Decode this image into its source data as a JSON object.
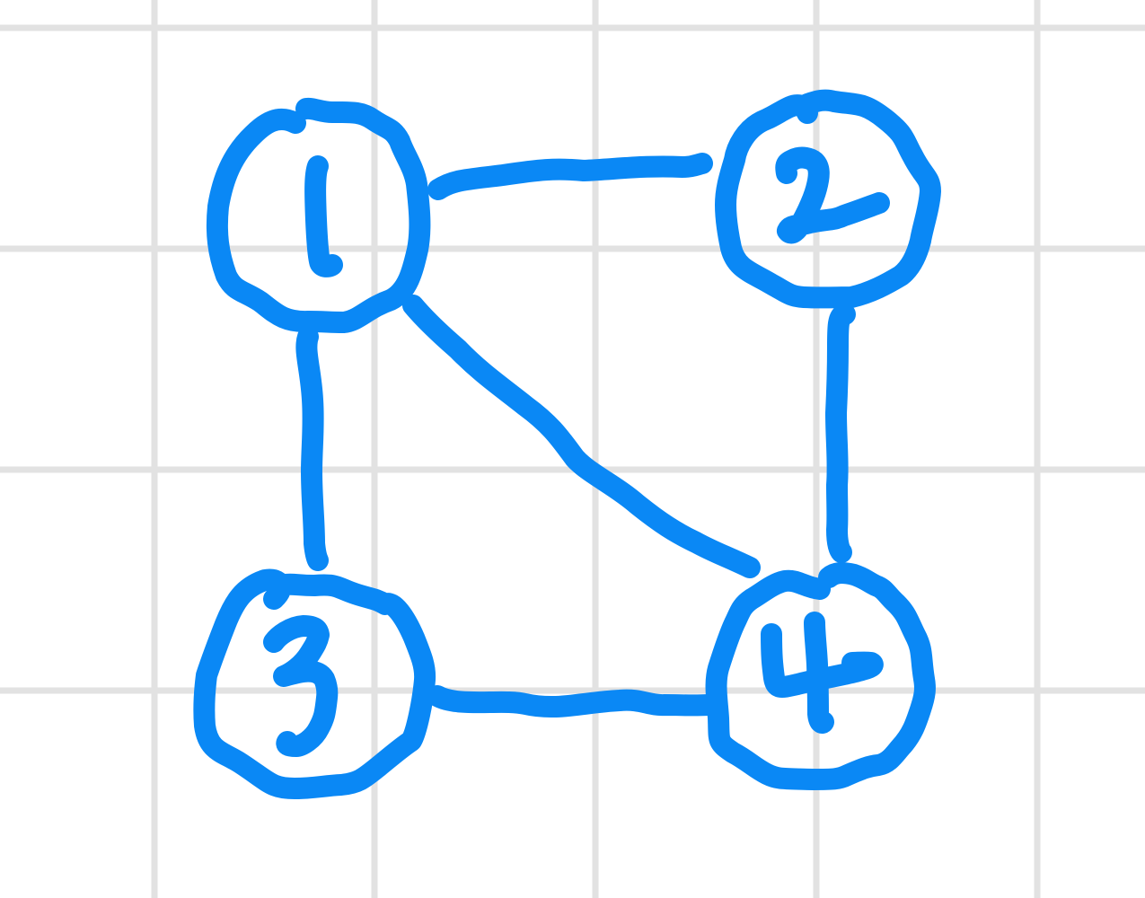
{
  "colors": {
    "ink": "#0a88f5",
    "grid": "#e2e2e2",
    "background": "#ffffff"
  },
  "nodes": [
    {
      "id": "node-1",
      "label": "1"
    },
    {
      "id": "node-2",
      "label": "2"
    },
    {
      "id": "node-3",
      "label": "3"
    },
    {
      "id": "node-4",
      "label": "4"
    }
  ],
  "edges": [
    {
      "from": "1",
      "to": "2"
    },
    {
      "from": "1",
      "to": "3"
    },
    {
      "from": "1",
      "to": "4"
    },
    {
      "from": "2",
      "to": "4"
    },
    {
      "from": "3",
      "to": "4"
    }
  ]
}
